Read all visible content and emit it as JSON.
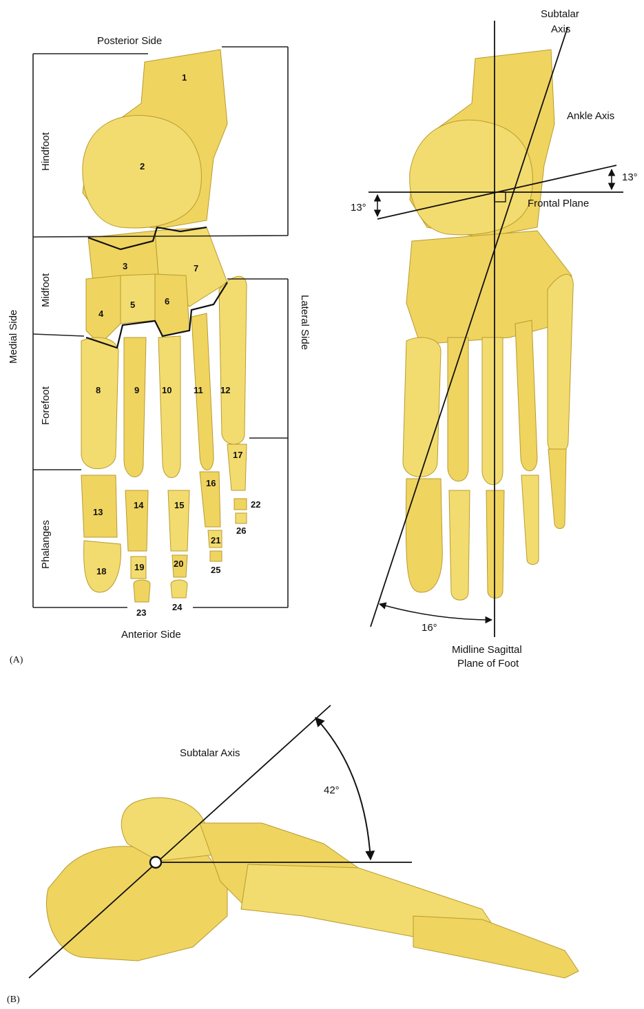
{
  "panel_a": {
    "posterior_side": "Posterior Side",
    "anterior_side": "Anterior Side",
    "medial_side": "Medial Side",
    "lateral_side": "Lateral Side",
    "regions": {
      "hindfoot": "Hindfoot",
      "midfoot": "Midfoot",
      "forefoot": "Forefoot",
      "phalanges": "Phalanges"
    },
    "bone_numbers": [
      "1",
      "2",
      "3",
      "4",
      "5",
      "6",
      "7",
      "8",
      "9",
      "10",
      "11",
      "12",
      "13",
      "14",
      "15",
      "16",
      "17",
      "18",
      "19",
      "20",
      "21",
      "22",
      "23",
      "24",
      "25",
      "26"
    ],
    "panel_label": "(A)"
  },
  "panel_axes": {
    "subtalar_axis": [
      "Subtalar",
      "Axis"
    ],
    "ankle_axis": "Ankle Axis",
    "frontal_plane": "Frontal Plane",
    "angle_right": "13°",
    "angle_left": "13°",
    "angle_bottom": "16°",
    "midline": [
      "Midline Sagittal",
      "Plane of Foot"
    ]
  },
  "panel_b": {
    "subtalar_axis": "Subtalar Axis",
    "angle": "42°",
    "panel_label": "(B)"
  },
  "colors": {
    "bone": "#efd460",
    "bone_outline": "#b89a2e",
    "line": "#111111"
  }
}
